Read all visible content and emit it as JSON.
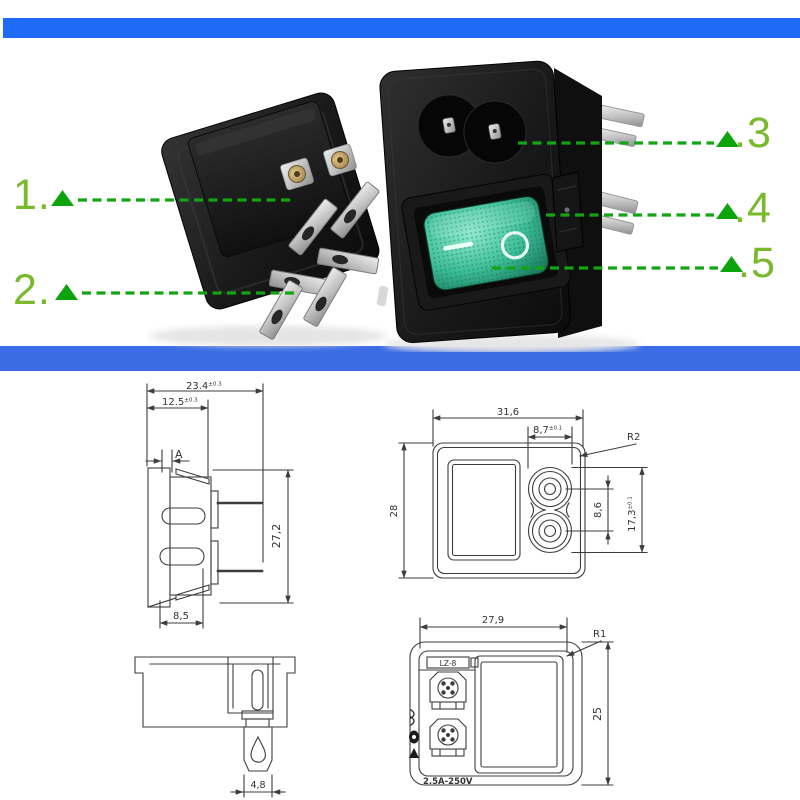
{
  "banners": {
    "top_color": "#1e6bf7",
    "middle_color": "#3b6ce6"
  },
  "callouts": {
    "number_color": "#78ba2b",
    "marker_color": "#0da30d",
    "left": [
      {
        "label": "1."
      },
      {
        "label": "2."
      }
    ],
    "right": [
      {
        "label": ".3"
      },
      {
        "label": ".4"
      },
      {
        "label": ".5"
      }
    ]
  },
  "products": {
    "left": {
      "description": "rocker switch power socket, rear view with solder spade terminals"
    },
    "right": {
      "description": "rocker switch power socket, front view with C8 inlet",
      "rocker": {
        "color": "#3dbd97",
        "on_symbol": "—",
        "off_symbol": "O"
      }
    }
  },
  "drawings": {
    "stroke": "#3d3d3d",
    "side_view": {
      "dim_width": "23.4",
      "dim_width_tol": "±0.3",
      "dim_inner": "12.5",
      "dim_inner_tol": "±0.3",
      "dim_a": "A",
      "dim_height": "27,2",
      "dim_depth": "8,5"
    },
    "rear_view": {
      "dim_width": "31,6",
      "dim_inlet_w": "8,7",
      "dim_inlet_w_tol": "±0.1",
      "radius": "R2",
      "dim_height": "28",
      "dim_pitch": "8,6",
      "dim_inlet_h": "17,3",
      "dim_inlet_h_tol": "±0.1"
    },
    "bottom_view": {
      "dim_pin": "4,8"
    },
    "front_view": {
      "dim_width": "27,9",
      "radius": "R1",
      "dim_height": "25",
      "model": "LZ-8",
      "rating": "2.5A-250V"
    }
  }
}
